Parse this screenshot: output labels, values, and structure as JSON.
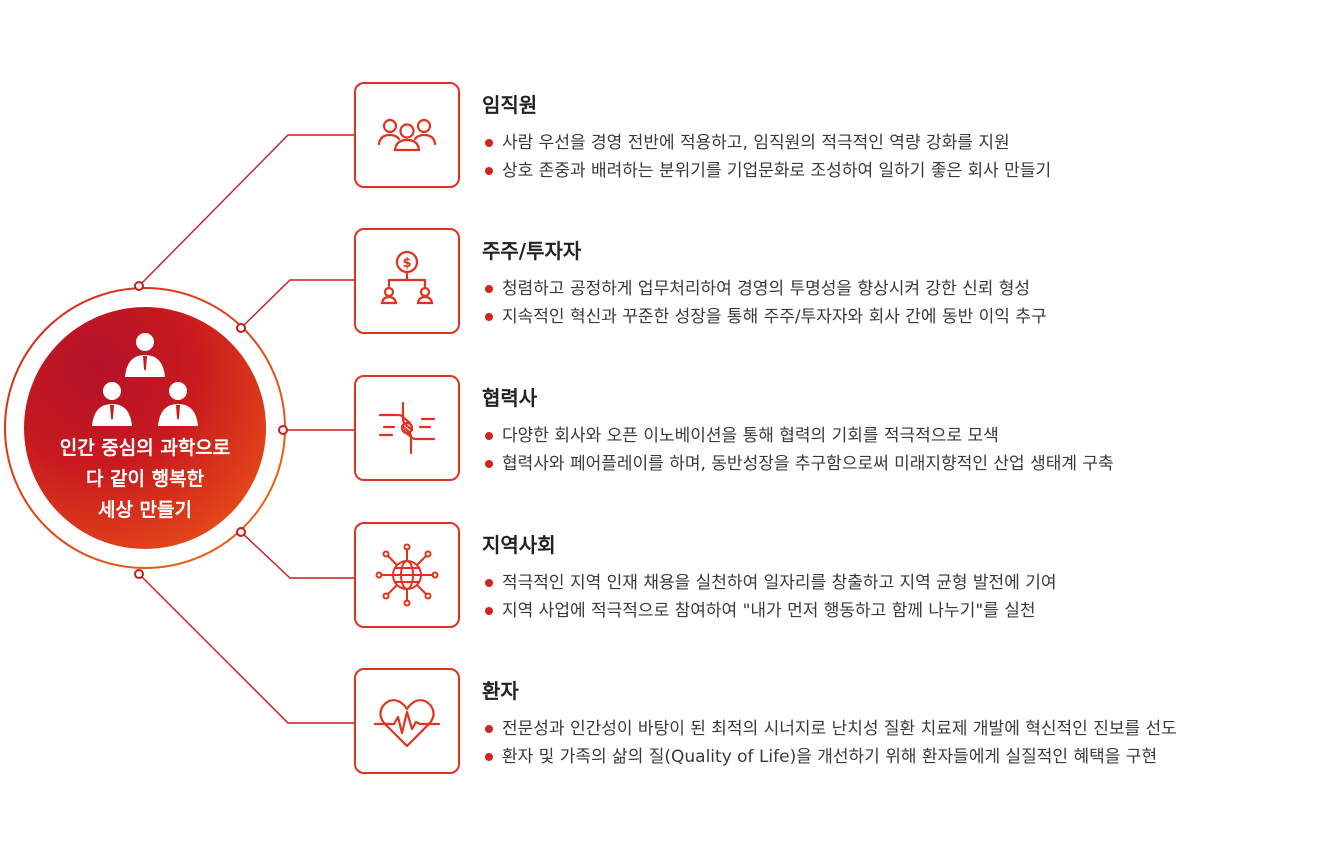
{
  "hub": {
    "lines": [
      "인간 중심의 과학으로",
      "다 같이 행복한",
      "세상 만들기"
    ],
    "icon": "people-group-icon"
  },
  "colors": {
    "accent": "#d4231c",
    "accent_orange": "#ee6a10",
    "line": "#c81a1f",
    "text": "#333333"
  },
  "sections": [
    {
      "title": "임직원",
      "icon": "employees-icon",
      "bullets": [
        "사람 우선을 경영 전반에 적용하고, 임직원의 적극적인 역량 강화를 지원",
        "상호 존중과 배려하는 분위기를 기업문화로 조성하여 일하기 좋은 회사 만들기"
      ]
    },
    {
      "title": "주주/투자자",
      "icon": "shareholder-dollar-icon",
      "bullets": [
        "청렴하고 공정하게 업무처리하여 경영의 투명성을 향상시켜 강한 신뢰 형성",
        "지속적인 혁신과 꾸준한 성장을 통해 주주/투자자와 회사 간에 동반 이익 추구"
      ]
    },
    {
      "title": "협력사",
      "icon": "joined-hands-icon",
      "bullets": [
        "다양한 회사와 오픈 이노베이션을 통해 협력의 기회를 적극적으로 모색",
        "협력사와 페어플레이를 하며, 동반성장을 추구함으로써 미래지향적인 산업 생태계 구축"
      ]
    },
    {
      "title": "지역사회",
      "icon": "globe-network-icon",
      "bullets": [
        "적극적인 지역 인재 채용을 실천하여 일자리를 창출하고 지역 균형 발전에 기여",
        "지역 사업에 적극적으로 참여하여 \"내가 먼저 행동하고 함께 나누기\"를 실천"
      ]
    },
    {
      "title": "환자",
      "icon": "heartbeat-icon",
      "bullets": [
        "전문성과 인간성이 바탕이 된 최적의 시너지로 난치성 질환 치료제 개발에 혁신적인 진보를 선도",
        "환자 및 가족의 삶의 질(Quality of Life)을 개선하기 위해 환자들에게 실질적인 혜택을 구현"
      ]
    }
  ]
}
